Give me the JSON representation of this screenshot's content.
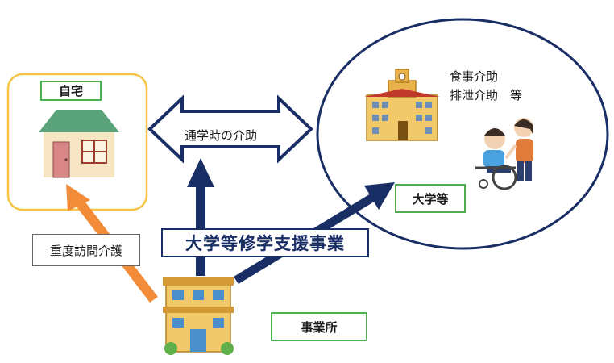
{
  "home": {
    "label": "自宅"
  },
  "commute": {
    "label": "通学時の介助"
  },
  "university": {
    "label": "大学等",
    "care_lines": [
      "食事介助",
      "排泄介助　等"
    ]
  },
  "visit_care": {
    "label": "重度訪問介護"
  },
  "program": {
    "title": "大学等修学支援事業"
  },
  "office": {
    "label": "事業所"
  },
  "colors": {
    "home_border": "#f5c542",
    "label_border": "#4caf50",
    "navy": "#1a2e66",
    "orange_arrow": "#f28c38"
  },
  "icons": {
    "house": "house-icon",
    "university_building": "university-building-icon",
    "wheelchair_assist": "wheelchair-assist-icon",
    "office_building": "office-building-icon"
  }
}
